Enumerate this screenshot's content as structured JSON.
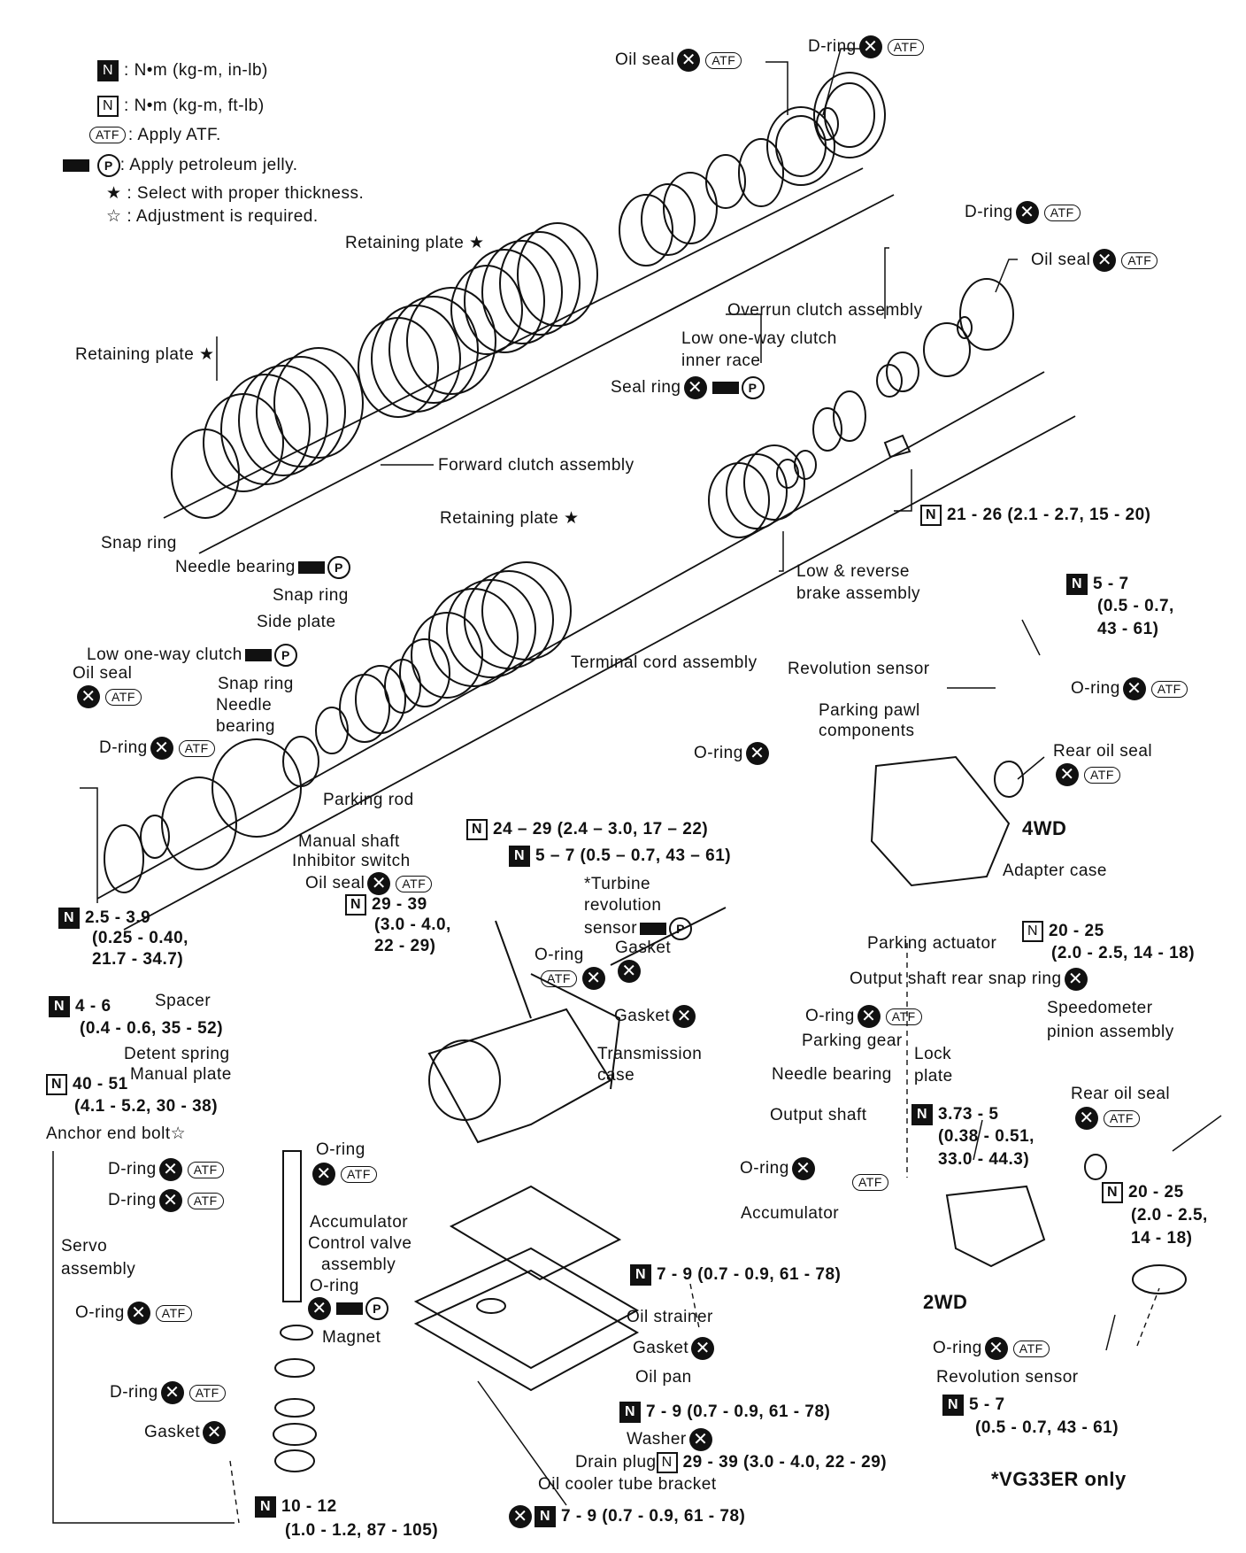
{
  "legend": {
    "torque_in_lb": "N•m (kg-m, in-lb)",
    "torque_ft_lb": "N•m (kg-m, ft-lb)",
    "atf_symbol": "ATF",
    "apply_atf": "Apply ATF.",
    "petroleum_symbol": "P",
    "apply_petroleum": "Apply petroleum jelly.",
    "select_symbol": "★",
    "select_thickness": "Select with proper thickness.",
    "adjust_symbol": "☆",
    "adjustment_required": "Adjustment is required."
  },
  "labels": {
    "oil_seal_top": "Oil seal",
    "d_ring_top": "D-ring",
    "retaining_plate_1": "Retaining plate ★",
    "overrun_clutch": "Overrun clutch assembly",
    "retaining_plate_2": "Retaining plate ★",
    "low_one_way_inner_1": "Low one-way clutch",
    "low_one_way_inner_2": "inner race",
    "seal_ring": "Seal ring",
    "d_ring_right": "D-ring",
    "oil_seal_right": "Oil seal",
    "forward_clutch": "Forward clutch assembly",
    "retaining_plate_3": "Retaining plate ★",
    "snap_ring_1": "Snap ring",
    "needle_bearing_1": "Needle bearing",
    "snap_ring_2": "Snap ring",
    "side_plate": "Side plate",
    "low_one_way_clutch": "Low one-way clutch",
    "oil_seal_left": "Oil seal",
    "snap_ring_3": "Snap ring",
    "needle_bearing_2a": "Needle",
    "needle_bearing_2b": "bearing",
    "d_ring_left": "D-ring",
    "torque_21_26": "21 - 26 (2.1 - 2.7, 15 - 20)",
    "low_reverse_1": "Low & reverse",
    "low_reverse_2": "brake assembly",
    "torque_5_7_right_1": "5 - 7",
    "torque_5_7_right_2": "(0.5 - 0.7,",
    "torque_5_7_right_3": "43 - 61)",
    "terminal_cord": "Terminal cord assembly",
    "revolution_sensor_top": "Revolution sensor",
    "o_ring_right": "O-ring",
    "parking_pawl_1": "Parking pawl",
    "parking_pawl_2": "components",
    "o_ring_mid": "O-ring",
    "rear_oil_seal_top": "Rear oil seal",
    "parking_rod": "Parking rod",
    "torque_24_29": "24 – 29 (2.4 – 3.0, 17 – 22)",
    "torque_5_7_mid": "5 – 7 (0.5 – 0.7, 43 – 61)",
    "wd4": "4WD",
    "adapter_case": "Adapter case",
    "manual_shaft": "Manual shaft",
    "inhibitor_switch": "Inhibitor switch",
    "oil_seal_mid": "Oil seal",
    "torque_29_39_1": "29 - 39",
    "torque_29_39_2": "(3.0 - 4.0,",
    "torque_29_39_3": "22 - 29)",
    "turbine_1": "*Turbine",
    "turbine_2": "revolution",
    "turbine_3": "sensor",
    "torque_2_5_1": "2.5 - 3.9",
    "torque_2_5_2": "(0.25 - 0.40,",
    "torque_2_5_3": "21.7 - 34.7)",
    "o_ring_turbine": "O-ring",
    "gasket_turbine": "Gasket",
    "torque_20_25_top_1": "20 - 25",
    "torque_20_25_top_2": "(2.0 - 2.5, 14 - 18)",
    "parking_actuator": "Parking actuator",
    "output_shaft_snap": "Output shaft rear snap ring",
    "spacer": "Spacer",
    "gasket_case": "Gasket",
    "speedometer_1": "Speedometer",
    "speedometer_2": "pinion assembly",
    "torque_4_6_1": "4 - 6",
    "torque_4_6_2": "(0.4 - 0.6, 35 - 52)",
    "o_ring_parking": "O-ring",
    "parking_gear": "Parking gear",
    "detent_spring": "Detent spring",
    "transmission_case_1": "Transmission",
    "transmission_case_2": "case",
    "lock_plate_1": "Lock",
    "lock_plate_2": "plate",
    "manual_plate": "Manual plate",
    "needle_bearing_3": "Needle bearing",
    "torque_40_51_1": "40 - 51",
    "torque_40_51_2": "(4.1 - 5.2, 30 - 38)",
    "rear_oil_seal_bottom": "Rear oil seal",
    "output_shaft": "Output shaft",
    "torque_3_73_1": "3.73 - 5",
    "torque_3_73_2": "(0.38 - 0.51,",
    "torque_3_73_3": "33.0 - 44.3)",
    "anchor_end_bolt": "Anchor end bolt☆",
    "o_ring_servo": "O-ring",
    "d_ring_servo_1": "D-ring",
    "d_ring_servo_2": "D-ring",
    "o_ring_acc": "O-ring",
    "torque_20_25_bot_1": "20 - 25",
    "torque_20_25_bot_2": "(2.0 - 2.5,",
    "torque_20_25_bot_3": "14 - 18)",
    "accumulator_1": "Accumulator",
    "accumulator_2": "Accumulator",
    "servo_1": "Servo",
    "servo_2": "assembly",
    "control_valve_1": "Control valve",
    "control_valve_2": "assembly",
    "o_ring_cv": "O-ring",
    "torque_7_9_a": "7 - 9 (0.7 - 0.9, 61 - 78)",
    "wd2": "2WD",
    "o_ring_lower_left": "O-ring",
    "oil_strainer": "Oil strainer",
    "magnet": "Magnet",
    "gasket_pan": "Gasket",
    "o_ring_2wd": "O-ring",
    "revolution_sensor_bottom": "Revolution sensor",
    "oil_pan": "Oil pan",
    "d_ring_lower_left": "D-ring",
    "torque_7_9_b": "7 - 9 (0.7 - 0.9, 61 - 78)",
    "torque_5_7_bot_1": "5 - 7",
    "torque_5_7_bot_2": "(0.5 - 0.7, 43 - 61)",
    "gasket_servo": "Gasket",
    "washer": "Washer",
    "drain_plug": "Drain plug",
    "torque_drain": "29 - 39 (3.0 - 4.0, 22 - 29)",
    "vg33er": "*VG33ER only",
    "oil_cooler": "Oil cooler tube bracket",
    "torque_10_12_1": "10 - 12",
    "torque_10_12_2": "(1.0 - 1.2, 87 - 105)",
    "torque_7_9_c": "7 - 9 (0.7 - 0.9, 61 - 78)"
  },
  "icons": {
    "replace": "✕",
    "torque": "N"
  }
}
